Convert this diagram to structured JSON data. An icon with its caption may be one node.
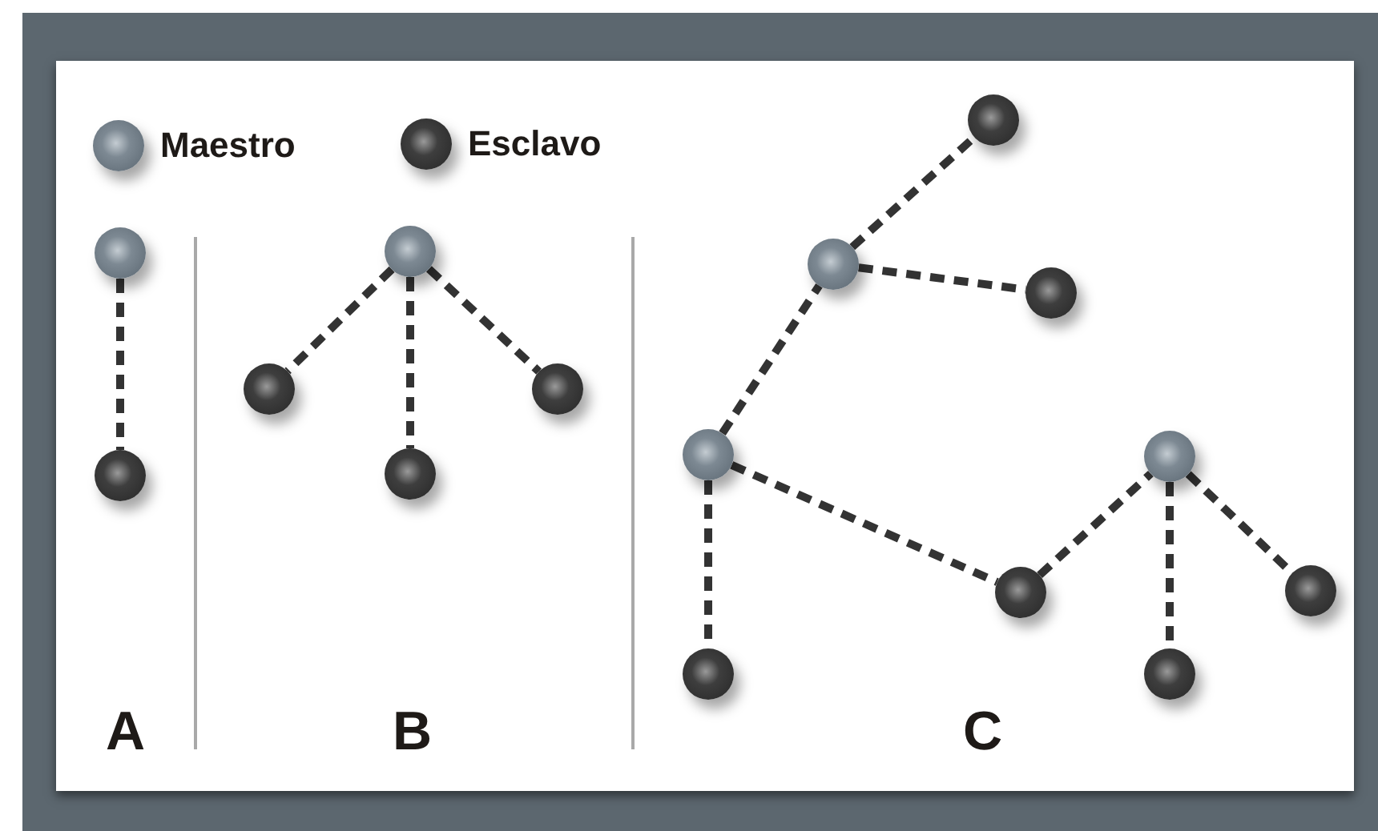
{
  "diagram": {
    "nodes": [
      {
        "text": [],
        "shape": "circle"
      },
      {
        "text": [],
        "shape": "circle"
      },
      {
        "text": [],
        "shape": "circle"
      },
      {
        "text": [],
        "shape": "circle"
      },
      {
        "text": [],
        "shape": "circle"
      },
      {
        "text": [],
        "shape": "circle"
      },
      {
        "text": [],
        "shape": "circle"
      },
      {
        "text": [],
        "shape": "circle"
      },
      {
        "text": [],
        "shape": "circle"
      },
      {
        "text": [],
        "shape": "circle"
      },
      {
        "text": [],
        "shape": "circle"
      },
      {
        "text": [],
        "shape": "circle"
      },
      {
        "text": [],
        "shape": "circle"
      },
      {
        "text": [],
        "shape": "circle"
      },
      {
        "text": [],
        "shape": "circle"
      }
    ],
    "edges": [
      {
        "from": 0,
        "to": 1,
        "arrow": "none",
        "style": "dashed"
      },
      {
        "from": 2,
        "to": 3,
        "arrow": "none",
        "style": "dashed"
      },
      {
        "from": 2,
        "to": 4,
        "arrow": "none",
        "style": "dashed"
      },
      {
        "from": 2,
        "to": 5,
        "arrow": "none",
        "style": "dashed"
      },
      {
        "from": 7,
        "to": 6,
        "arrow": "none",
        "style": "dashed"
      },
      {
        "from": 7,
        "to": 8,
        "arrow": "none",
        "style": "dashed"
      },
      {
        "from": 9,
        "to": 7,
        "arrow": "none",
        "style": "dashed"
      },
      {
        "from": 9,
        "to": 13,
        "arrow": "none",
        "style": "dashed"
      },
      {
        "from": 9,
        "to": 10,
        "arrow": "none",
        "style": "dashed"
      },
      {
        "from": 10,
        "to": 11,
        "arrow": "none",
        "style": "dashed"
      },
      {
        "from": 11,
        "to": 14,
        "arrow": "none",
        "style": "dashed"
      },
      {
        "from": 11,
        "to": 12,
        "arrow": "none",
        "style": "dashed"
      }
    ],
    "labels": [
      "A",
      "B",
      "C"
    ],
    "legend": [
      {
        "text": "Maestro"
      },
      {
        "text": "Esclavo"
      }
    ]
  }
}
